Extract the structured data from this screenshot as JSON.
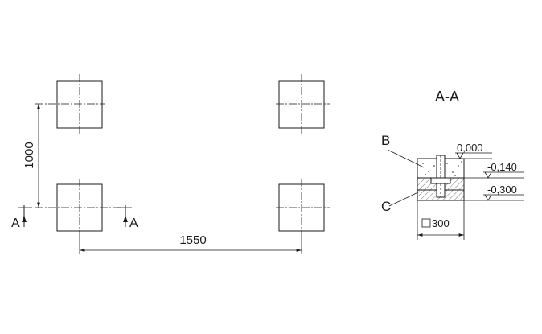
{
  "plan": {
    "dim_horizontal": "1550",
    "dim_vertical": "1000",
    "cut_mark_left": "A",
    "cut_mark_right": "A"
  },
  "section": {
    "title": "A-A",
    "label_b": "B",
    "label_c": "C",
    "level_top": "0,000",
    "level_mid": "-0,140",
    "level_bottom": "-0,300",
    "size_label": "300"
  },
  "colors": {
    "line": "#1a1a1a",
    "hatch": "#7a7a7a",
    "background": "#ffffff"
  }
}
